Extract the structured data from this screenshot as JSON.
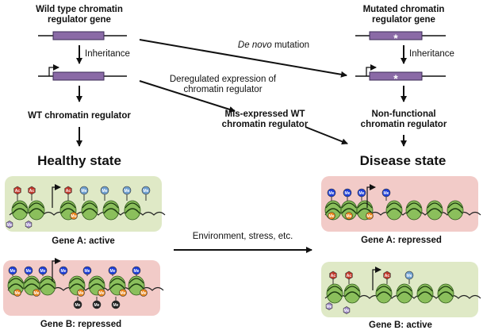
{
  "diagram": {
    "wild_type_gene": "Wild type chromatin\nregulator gene",
    "mutated_gene": "Mutated chromatin\nregulator gene",
    "de_novo_prefix": "De novo",
    "de_novo_suffix": " mutation",
    "inheritance_left": "Inheritance",
    "inheritance_right": "Inheritance",
    "deregulated": "Deregulated expression of\nchromatin regulator",
    "wt_regulator": "WT chromatin regulator",
    "misexpressed": "Mis-expressed WT\nchromatin regulator",
    "nonfunctional": "Non-functional\nchromatin regulator",
    "healthy_state": "Healthy state",
    "disease_state": "Disease state",
    "environment": "Environment, stress, etc.",
    "gene_a_active": "Gene A: active",
    "gene_a_repressed": "Gene A: repressed",
    "gene_b_repressed": "Gene B: repressed",
    "gene_b_active": "Gene B: active",
    "mark_me": "Me",
    "mark_ac": "Ac",
    "mark_mu": "Mu",
    "mutation_marker": "*",
    "colors": {
      "green_panel": "#dfe9c6",
      "red_panel": "#f2cbc8",
      "gene_bar": "#8a6aa6",
      "nucleosome": "#8bbf5c",
      "me_blue": "#1f3fd8",
      "me_light": "#6fa0d0",
      "ac_red": "#c0392b",
      "orange": "#e8861e",
      "purple": "#9b86c4",
      "black_mark": "#222222"
    }
  }
}
